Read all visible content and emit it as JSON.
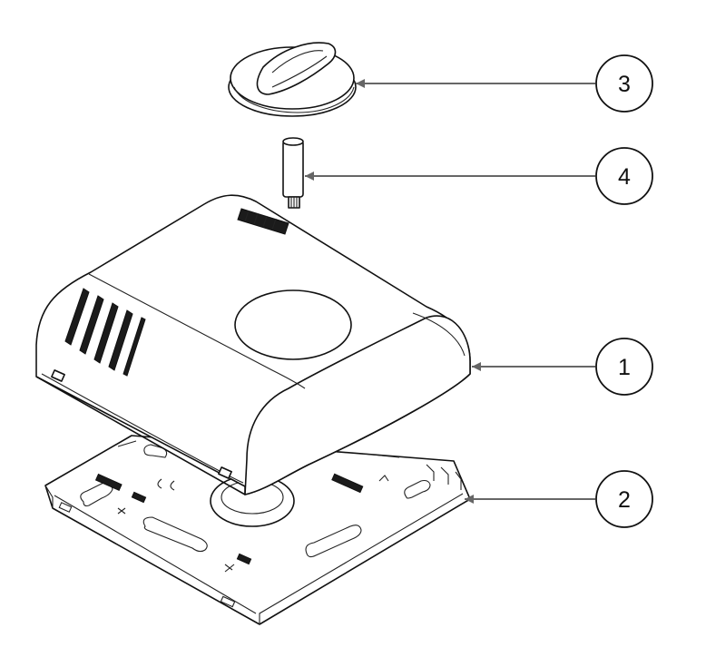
{
  "callouts": [
    {
      "id": "1",
      "label": "1"
    },
    {
      "id": "2",
      "label": "2"
    },
    {
      "id": "3",
      "label": "3"
    },
    {
      "id": "4",
      "label": "4"
    }
  ],
  "colors": {
    "line": "#111111",
    "leader": "#666666",
    "background": "#ffffff"
  }
}
